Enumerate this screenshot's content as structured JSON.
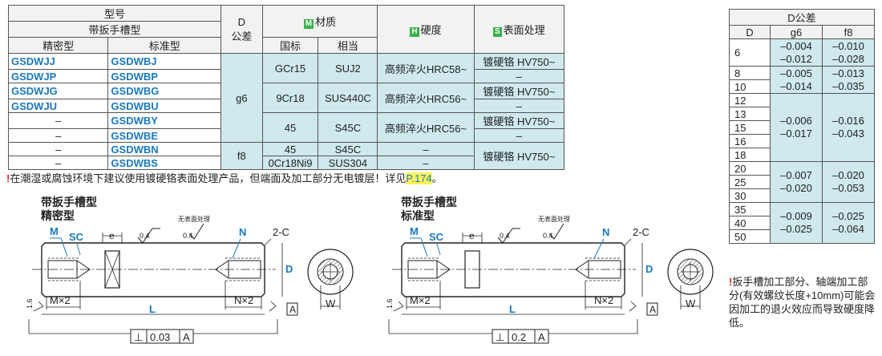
{
  "spec_table": {
    "header": {
      "model": "型号",
      "with_wrench": "带扳手槽型",
      "precision": "精密型",
      "standard": "标准型",
      "d_tol_1": "D",
      "d_tol_2": "公差",
      "material_tag": "M",
      "material": "材质",
      "gb": "国标",
      "equiv": "相当",
      "hardness_tag": "H",
      "hardness": "硬度",
      "surface_tag": "S",
      "surface": "表面处理"
    },
    "rows": [
      {
        "precision": "GSDWJJ",
        "standard": "GSDWBJ"
      },
      {
        "precision": "GSDWJP",
        "standard": "GSDWBP"
      },
      {
        "precision": "GSDWJG",
        "standard": "GSDWBG"
      },
      {
        "precision": "GSDWJU",
        "standard": "GSDWBU"
      },
      {
        "precision": "–",
        "standard": "GSDWBY"
      },
      {
        "precision": "–",
        "standard": "GSDWBE"
      },
      {
        "precision": "–",
        "standard": "GSDWBN"
      },
      {
        "precision": "–",
        "standard": "GSDWBS"
      }
    ],
    "tol_g6": "g6",
    "tol_f8": "f8",
    "mat": [
      {
        "gb": "GCr15",
        "equiv": "SUJ2",
        "hard": "高频淬火HRC58~",
        "surf1": "镀硬铬 HV750~",
        "surf2": "–"
      },
      {
        "gb": "9Cr18",
        "equiv": "SUS440C",
        "hard": "高频淬火HRC56~",
        "surf1": "镀硬铬 HV750~",
        "surf2": "–"
      },
      {
        "gb": "45",
        "equiv": "S45C",
        "hard": "高频淬火HRC56~",
        "surf1": "镀硬铬 HV750~",
        "surf2": "–"
      }
    ],
    "f8_rows": [
      {
        "gb": "45",
        "equiv": "S45C",
        "hard": "–"
      },
      {
        "gb": "0Cr18Ni9",
        "equiv": "SUS304",
        "hard": "–"
      }
    ],
    "f8_surface": "镀硬铬 HV750~"
  },
  "tol_table": {
    "title": "D公差",
    "col_d": "D",
    "col_g6": "g6",
    "col_f8": "f8",
    "groups": [
      {
        "ds": [
          "6"
        ],
        "g6": [
          "–0.004",
          "–0.012"
        ],
        "f8": [
          "–0.010",
          "–0.028"
        ]
      },
      {
        "ds": [
          "8",
          "10"
        ],
        "g6": [
          "–0.005",
          "–0.014"
        ],
        "f8": [
          "–0.013",
          "–0.035"
        ]
      },
      {
        "ds": [
          "12",
          "13",
          "15",
          "16",
          "18"
        ],
        "g6": [
          "–0.006",
          "–0.017"
        ],
        "f8": [
          "–0.016",
          "–0.043"
        ]
      },
      {
        "ds": [
          "20",
          "25",
          "30"
        ],
        "g6": [
          "–0.007",
          "–0.020"
        ],
        "f8": [
          "–0.020",
          "–0.053"
        ]
      },
      {
        "ds": [
          "35",
          "40",
          "50"
        ],
        "g6": [
          "–0.009",
          "–0.025"
        ],
        "f8": [
          "–0.025",
          "–0.064"
        ]
      }
    ]
  },
  "notes": {
    "main_icon": "!",
    "main_text": "在潮湿或腐蚀环境下建议使用镀硬铬表面处理产品，但端面及加工部分无电镀层！详见",
    "main_link": "P.174",
    "main_end": "。",
    "side_icon": "!",
    "side_text": "扳手槽加工部分、轴端加工部分(有效螺纹长度+10mm)可能会因加工的退火效应而导致硬度降低。"
  },
  "drawings": {
    "left": {
      "title1": "带扳手槽型",
      "title2": "精密型",
      "label_M": "M",
      "label_SC": "SC",
      "label_e": "e",
      "label_ra1": "0.4",
      "label_ra2": "0.4",
      "label_nosurf": "无表面处理",
      "label_N": "N",
      "label_2C": "2-C",
      "label_D": "D",
      "label_W": "W",
      "label_Mx2": "M×2",
      "label_Nx2": "N×2",
      "label_L": "L",
      "label_16": "1.6",
      "label_A": "A",
      "tol_sym": "⊥",
      "tol_val": "0.03",
      "tol_ref": "A"
    },
    "right": {
      "title1": "带扳手槽型",
      "title2": "标准型",
      "label_M": "M",
      "label_SC": "SC",
      "label_e": "e",
      "label_ra1": "0.4",
      "label_ra2": "0.4",
      "label_nosurf": "无表面处理",
      "label_N": "N",
      "label_2C": "2-C",
      "label_D": "D",
      "label_W": "W",
      "label_Mx2": "M×2",
      "label_Nx2": "N×2",
      "label_L": "L",
      "label_16": "1.6",
      "label_A": "A",
      "tol_sym": "⊥",
      "tol_val": "0.2",
      "tol_ref": "A"
    }
  },
  "colors": {
    "accent_blue": "#1a78c2",
    "teal": "#cfe9ee",
    "tag_green": "#36b24a",
    "highlight": "#fff35a"
  }
}
